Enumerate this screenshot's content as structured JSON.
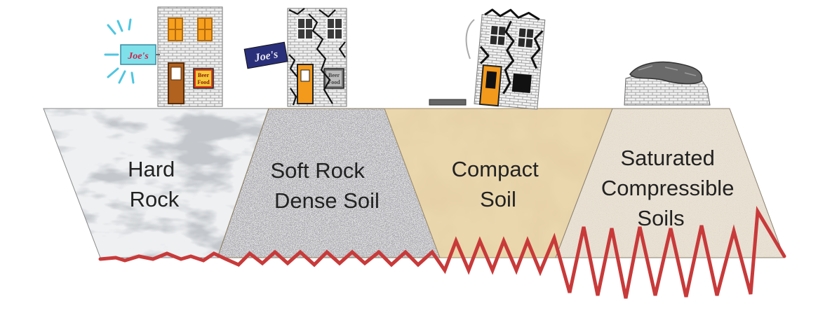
{
  "layers": [
    {
      "id": "hard-rock",
      "lines": [
        "Hard",
        "Rock"
      ]
    },
    {
      "id": "soft-rock",
      "lines": [
        "Soft Rock",
        "Dense Soil"
      ]
    },
    {
      "id": "compact-soil",
      "lines": [
        "Compact",
        "Soil"
      ]
    },
    {
      "id": "saturated-soils",
      "lines": [
        "Saturated",
        "Compressible",
        "Soils"
      ]
    }
  ],
  "signs": {
    "intact": "Joe's",
    "tilted": "Joe's"
  },
  "menu": {
    "intact": [
      "Beer",
      "Food"
    ],
    "damaged": [
      "Beer",
      "Food"
    ]
  },
  "colors": {
    "seismic_wave": "#c83a3a",
    "door": "#f39a1c",
    "brick": "#9a9a9a",
    "sign_intact_bg": "#7fe0ea",
    "sign_intact_text": "#d0234a",
    "sign_tilted_bg": "#2a2f7a"
  }
}
